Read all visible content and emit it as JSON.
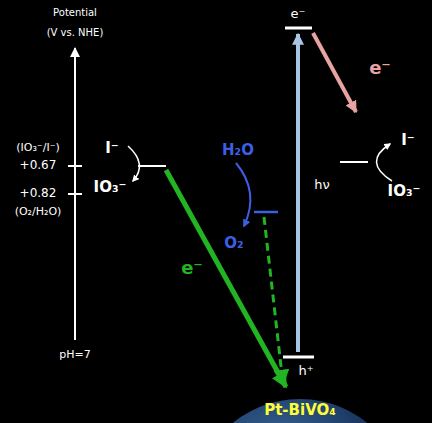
{
  "diagram": {
    "labels": [
      "Potential",
      "(V vs. NHE)",
      "(IO₃⁻/I⁻)",
      "+0.67",
      "+0.82",
      "(O₂/H₂O)",
      "pH=7",
      "I⁻",
      "IO₃⁻",
      "H₂O",
      "O₂",
      "e⁻",
      "e⁻",
      "e⁻",
      "hν",
      "I⁻",
      "IO₃⁻",
      "h⁺",
      "Pt-BiVO₄"
    ]
  }
}
